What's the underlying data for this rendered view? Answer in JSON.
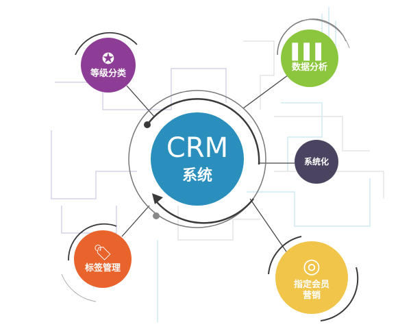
{
  "center": {
    "title": "CRM",
    "subtitle": "系统",
    "color": "#2a8fbd"
  },
  "nodes": [
    {
      "label": "等级分类",
      "icon": "award-ribbon-icon",
      "color": "#8e3d96"
    },
    {
      "label": "数据分析",
      "icon": "bar-chart-icon",
      "color": "#8cc63f"
    },
    {
      "label": "系统化",
      "icon": "",
      "color": "#4b4460"
    },
    {
      "label": "标签管理",
      "icon": "tag-icon",
      "color": "#e8642c"
    },
    {
      "label": "指定会员",
      "label2": "营销",
      "icon": "target-arrow-icon",
      "color": "#f0c54a"
    }
  ]
}
